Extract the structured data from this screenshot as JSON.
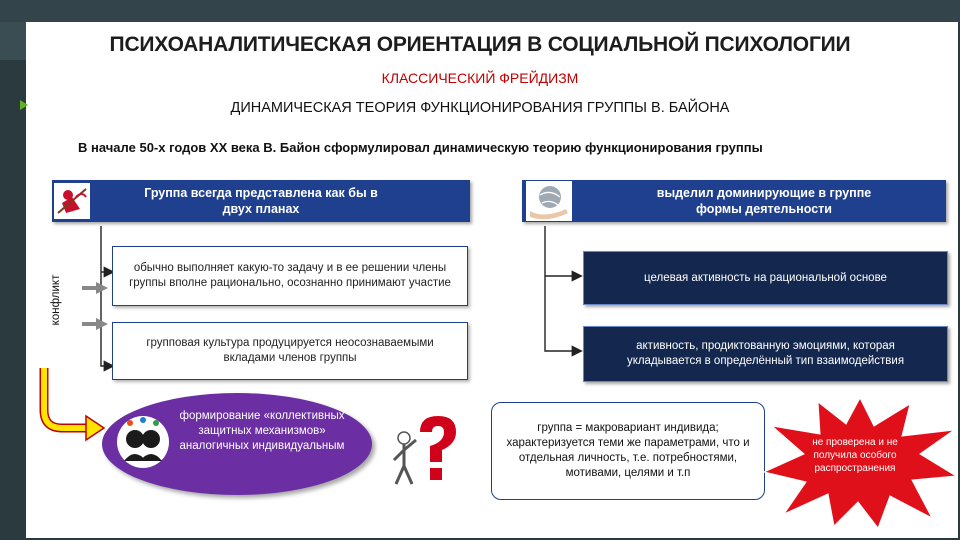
{
  "title": "ПСИХОАНАЛИТИЧЕСКАЯ ОРИЕНТАЦИЯ В СОЦИАЛЬНОЙ ПСИХОЛОГИИ",
  "subtitle": "КЛАССИЧЕСКИЙ ФРЕЙДИЗМ",
  "subtitle2": "ДИНАМИЧЕСКАЯ ТЕОРИЯ ФУНКЦИОНИРОВАНИЯ ГРУППЫ В. БАЙОНА",
  "intro": "В начале 50-х годов ХХ века В. Байон сформулировал динамическую теорию функционирования группы",
  "left_header": "Группа всегда представлена как бы в двух планах",
  "right_header": "выделил доминирующие в группе формы деятельности",
  "left_box1": "обычно выполняет какую-то задачу и в ее решении члены группы вполне рационально, осознанно принимают участие",
  "left_box2": "групповая культура продуцируется неосознаваемыми вкладами членов группы",
  "right_box1": "целевая активность на рациональной основе",
  "right_box2": "активность, продиктованную эмоциями, которая укладывается в определённый тип взаимодействия",
  "conflict_label": "конфликт",
  "purple_text": "формирование «коллективных защитных механизмов» аналогичных индивидуальным",
  "group_text": "группа = макровариант индивида; характеризуется теми же параметрами, что и отдельная личность, т.е. потребностями, мотивами, целями и т.п",
  "star_text": "не проверена и не получила особого распространения",
  "colors": {
    "background_dark": "#2b3a3f",
    "accent_green": "#5fb31e",
    "box_blue": "#1f3f8f",
    "box_navy": "#14284f",
    "title_red": "#c00000",
    "purple": "#6b2ea3",
    "star_red": "#e0101a",
    "arrow_yellow": "#ffe400"
  }
}
